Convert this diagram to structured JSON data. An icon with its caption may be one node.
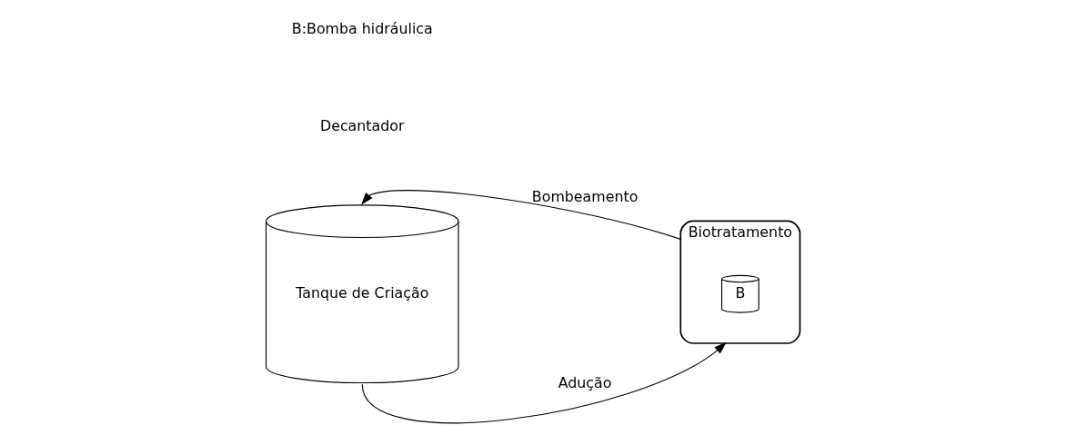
{
  "diagram": {
    "nodes": [
      {
        "text": [
          "Tanque de Criação"
        ]
      },
      {
        "text": [
          "Biotratamento"
        ]
      },
      {
        "text": [
          "B"
        ],
        "in": 1
      }
    ],
    "edges": [
      {
        "from": 0,
        "to": 1,
        "arrow": "to",
        "label": "Adução"
      },
      {
        "from": 1,
        "to": 0,
        "arrow": "to",
        "label": "Bombeamento"
      }
    ],
    "labels": [
      "Decantador",
      "B:Bomba hidráulica"
    ]
  }
}
